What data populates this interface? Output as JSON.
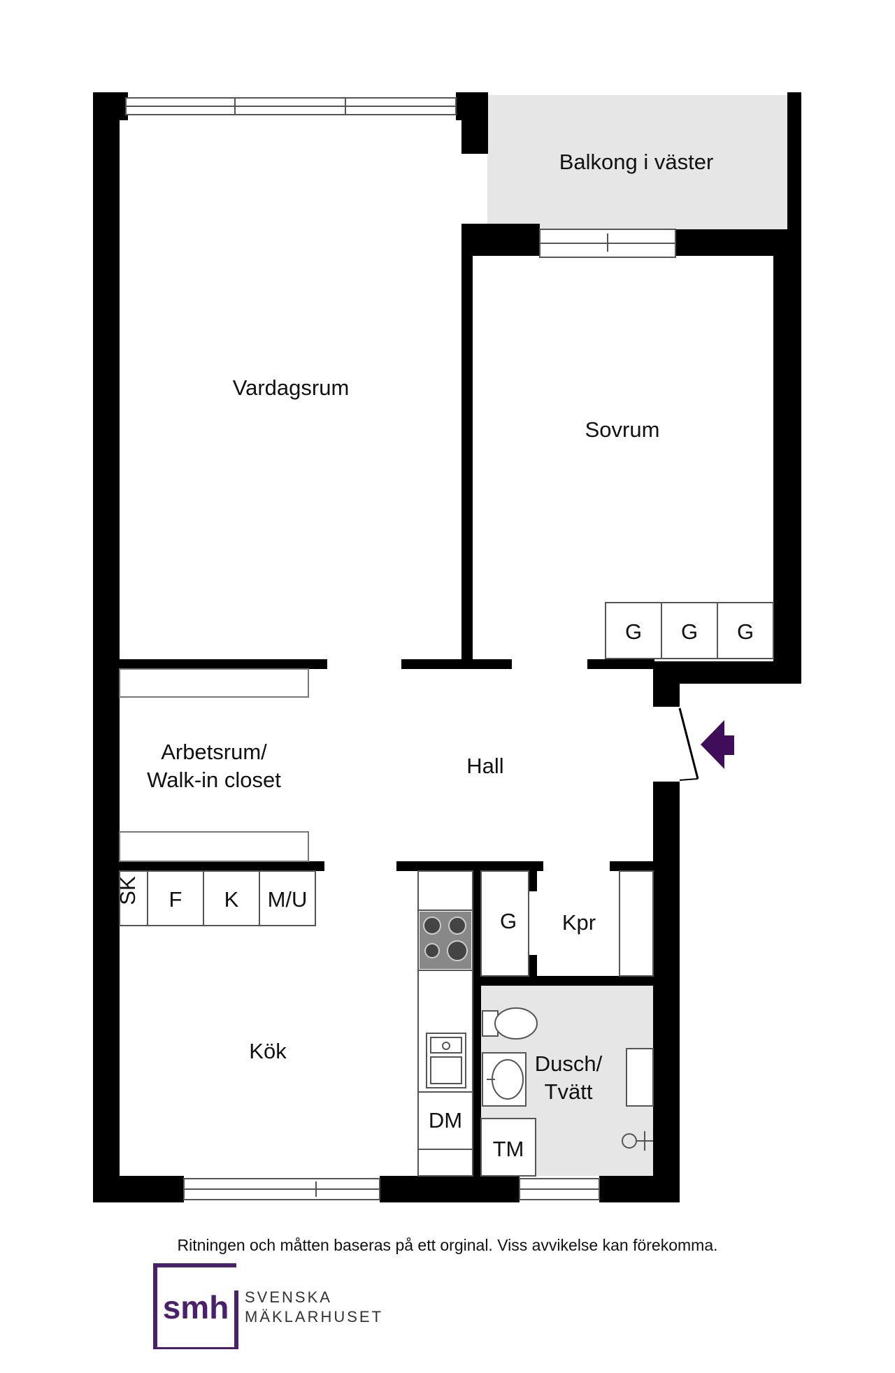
{
  "rooms": {
    "balcony": "Balkong i väster",
    "living": "Vardagsrum",
    "bedroom": "Sovrum",
    "study_line1": "Arbetsrum/",
    "study_line2": "Walk-in closet",
    "hall": "Hall",
    "kitchen": "Kök",
    "bath_line1": "Dusch/",
    "bath_line2": "Tvätt",
    "closet": "Kpr"
  },
  "fixtures": {
    "wardrobe_g": "G",
    "sk": "SK",
    "f": "F",
    "k": "K",
    "mu": "M/U",
    "dm": "DM",
    "tm": "TM"
  },
  "colors": {
    "wall": "#000000",
    "balcony_fill": "#e6e6e6",
    "bath_fill": "#e6e6e6",
    "entrance_arrow": "#3f0d5a",
    "brand_purple": "#4a1f6b"
  },
  "footer": {
    "disclaimer": "Ritningen och måtten baseras på ett orginal. Viss avvikelse kan förekomma.",
    "brand_mark": "smh",
    "brand_line1": "SVENSKA",
    "brand_line2": "MÄKLARHUSET"
  }
}
